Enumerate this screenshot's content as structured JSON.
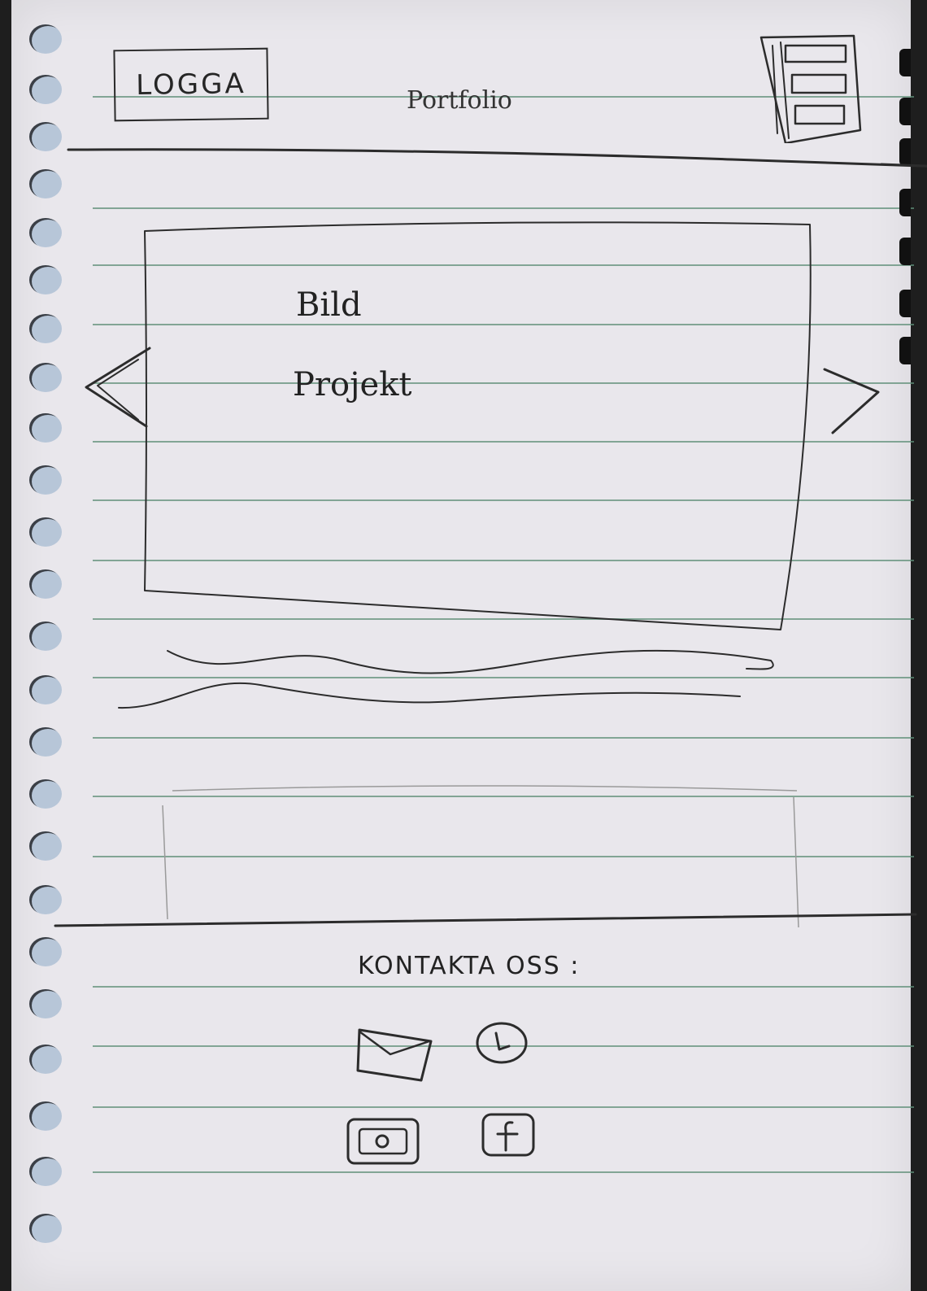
{
  "header": {
    "logo_label": "LOGGA",
    "title": "Portfolio",
    "menu_icon": "hamburger-menu-icon"
  },
  "carousel": {
    "image_label": "Bild",
    "project_label": "Projekt",
    "prev_icon": "chevron-left-icon",
    "next_icon": "chevron-right-icon"
  },
  "footer": {
    "contact_heading": "KONTAKTA OSS :",
    "icons": [
      "mail-icon",
      "phone-icon",
      "instagram-icon",
      "facebook-icon"
    ]
  },
  "colors": {
    "paper": "#e9e7ec",
    "ruling": "#5f8f78",
    "pencil": "#2c2c2c"
  }
}
